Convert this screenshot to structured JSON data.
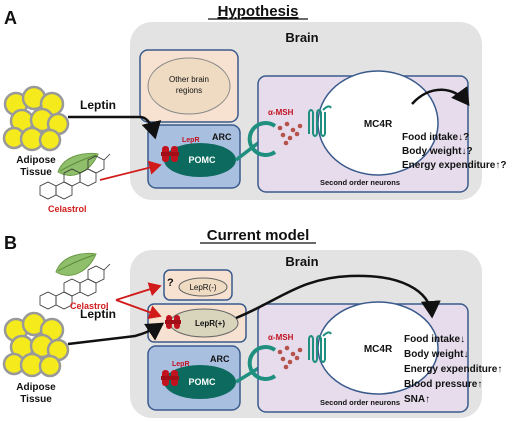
{
  "panel_a": {
    "letter": "A",
    "title": "Hypothesis",
    "brain_label": "Brain",
    "other_regions_line1": "Other brain",
    "other_regions_line2": "regions",
    "arc_label": "ARC",
    "pomc_label": "POMC",
    "lepr_label": "LepR",
    "amsh_label": "α-MSH",
    "mc4r_label": "MC4R",
    "second_order_label": "Second order neurons",
    "adipose_line1": "Adipose",
    "adipose_line2": "Tissue",
    "leptin_label": "Leptin",
    "celastrol_label": "Celastrol",
    "outcomes": [
      "Food intake↓?",
      "Body weight↓?",
      "Energy expenditure↑?"
    ]
  },
  "panel_b": {
    "letter": "B",
    "title": "Current model",
    "brain_label": "Brain",
    "question_mark": "?",
    "lepr_neg_label": "LepR(-)",
    "lepr_pos_label": "LepR(+)",
    "arc_label": "ARC",
    "pomc_label": "POMC",
    "lepr_label": "LepR",
    "amsh_label": "α-MSH",
    "mc4r_label": "MC4R",
    "second_order_label": "Second order neurons",
    "adipose_line1": "Adipose",
    "adipose_line2": "Tissue",
    "leptin_label": "Leptin",
    "celastrol_label": "Celastrol",
    "outcomes": [
      "Food intake↓",
      "Body weight↓",
      "Energy expenditure↑",
      "Blood pressure↑",
      "SNA↑"
    ]
  },
  "colors": {
    "brain_fill": "#e3e3e3",
    "arc_fill": "#a9bfe0",
    "pomc_fill": "#0c6b5e",
    "neuron_box": "#e6dcec",
    "region_fill": "#f7e2d1",
    "lepr_red": "#c1121f",
    "adipose_yellow": "#f4ea1c",
    "celastrol_red": "#d11a1a",
    "teal": "#1f8f7f"
  }
}
